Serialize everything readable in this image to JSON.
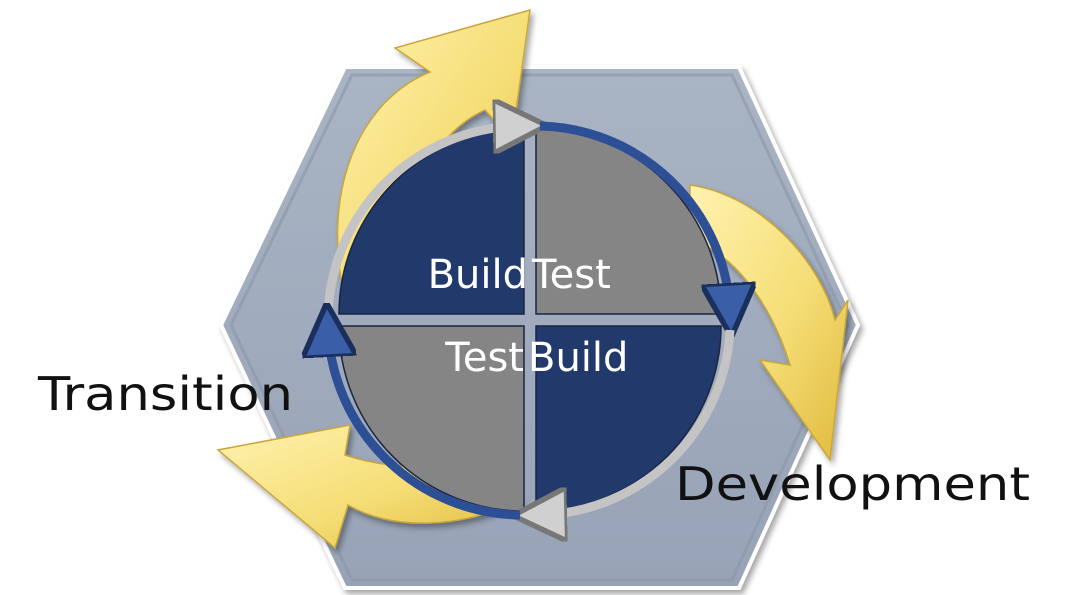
{
  "diagram": {
    "quadrants": [
      {
        "id": "top-left",
        "label": "Build",
        "color": "#223a6b"
      },
      {
        "id": "top-right",
        "label": "Test",
        "color": "#858585"
      },
      {
        "id": "bottom-left",
        "label": "Test",
        "color": "#858585"
      },
      {
        "id": "bottom-right",
        "label": "Build",
        "color": "#223a6b"
      }
    ],
    "phases": {
      "transition": "Transition",
      "development": "Development"
    },
    "colors": {
      "hexagon": "#9fabbd",
      "hexagon_edge": "#ffffff",
      "navy": "#223a6b",
      "gray": "#858585",
      "arrow_yellow": "#f5de76",
      "ring_silver": "#c4c4c4",
      "ring_blue": "#2d4f95"
    }
  }
}
